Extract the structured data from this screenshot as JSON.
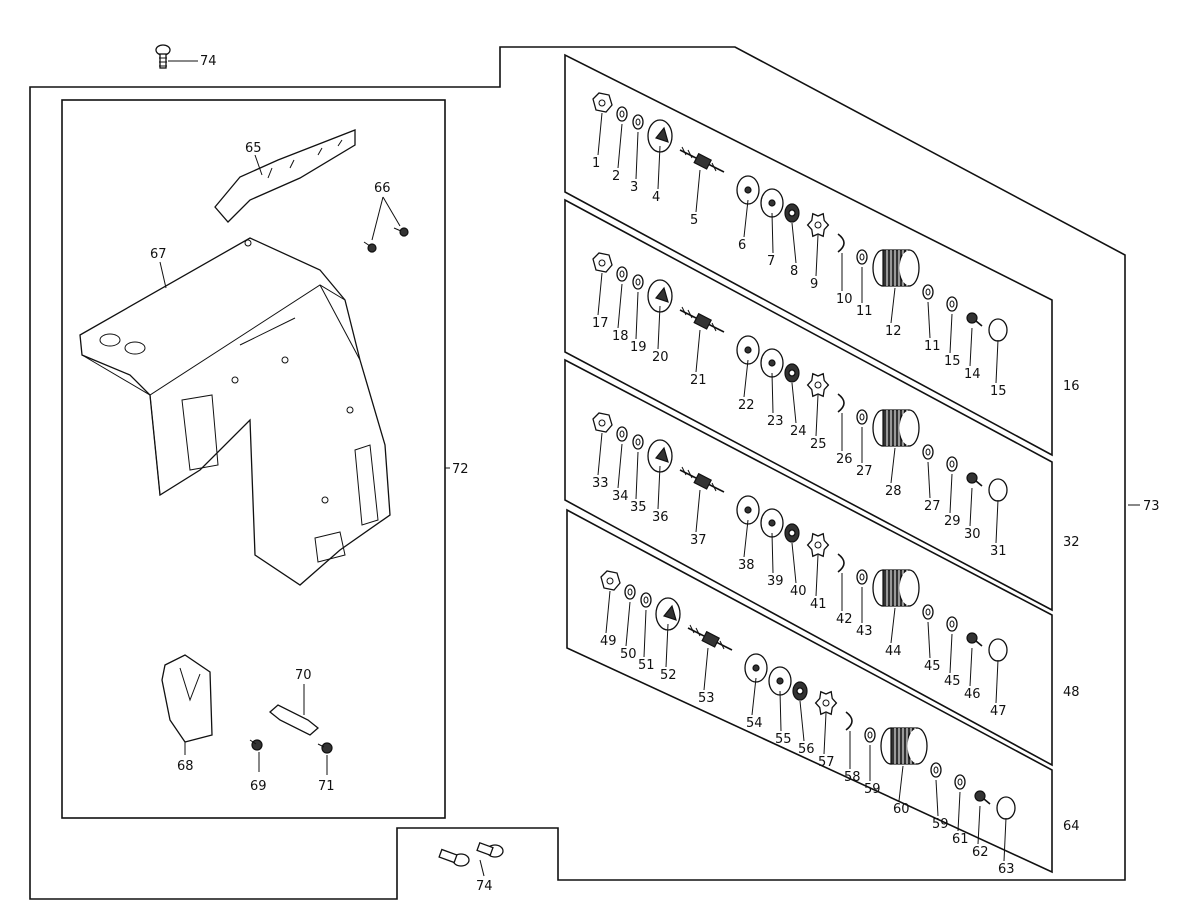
{
  "labels": {
    "screw_top": "74",
    "screw_bottom": "74",
    "frame_assembly": "72",
    "bobbin_group": "73",
    "plate": "65",
    "screws_66": "66",
    "frame": "67",
    "bracket_68": "68",
    "screw_69": "69",
    "bracket_70": "70",
    "screw_71": "71",
    "row1": [
      "1",
      "2",
      "3",
      "4",
      "5",
      "6",
      "7",
      "8",
      "9",
      "10",
      "11",
      "12",
      "11",
      "15",
      "14",
      "15"
    ],
    "row2": [
      "17",
      "18",
      "19",
      "20",
      "21",
      "22",
      "23",
      "24",
      "25",
      "26",
      "27",
      "28",
      "27",
      "29",
      "30",
      "31"
    ],
    "row3": [
      "33",
      "34",
      "35",
      "36",
      "37",
      "38",
      "39",
      "40",
      "41",
      "42",
      "43",
      "44",
      "45",
      "45",
      "46",
      "47"
    ],
    "row4": [
      "49",
      "50",
      "51",
      "52",
      "53",
      "54",
      "55",
      "56",
      "57",
      "58",
      "59",
      "60",
      "59",
      "61",
      "62",
      "63"
    ],
    "group1": "16",
    "group2": "32",
    "group3": "48",
    "group4": "64"
  }
}
